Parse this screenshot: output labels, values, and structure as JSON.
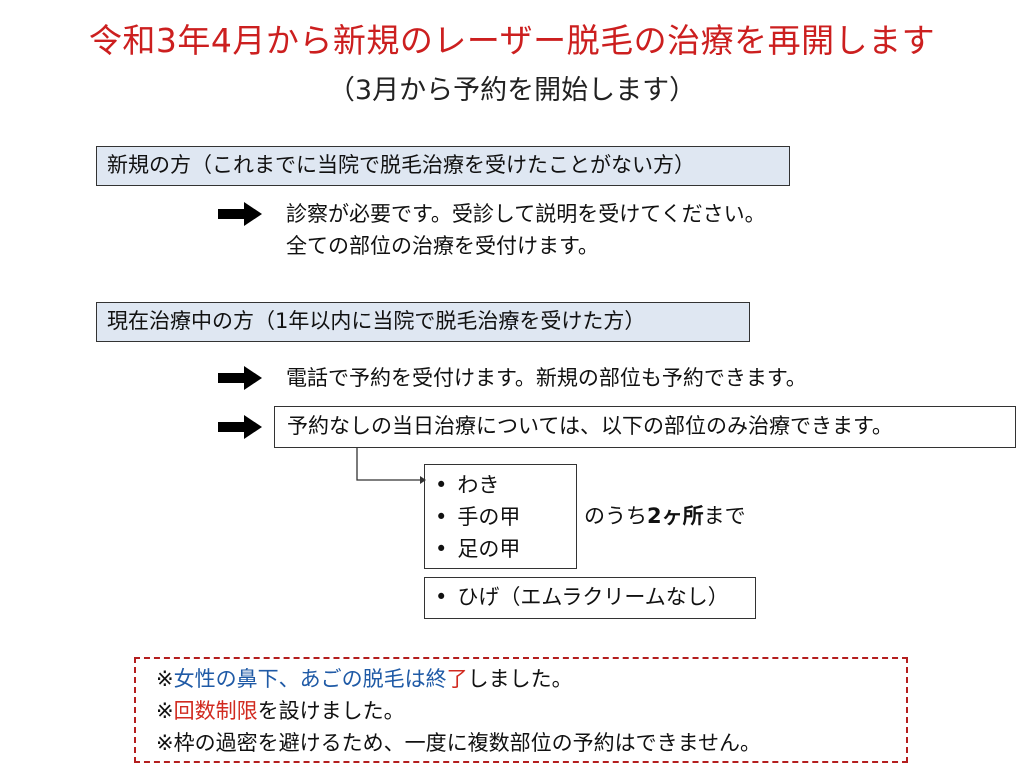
{
  "title": "令和3年4月から新規のレーザー脱毛の治療を再開します",
  "subtitle": "（3月から予約を開始します）",
  "new_patients": {
    "heading": "新規の方（これまでに当院で脱毛治療を受けたことがない方）",
    "lines": [
      "診察が必要です。受診して説明を受けてください。",
      "全ての部位の治療を受付けます。"
    ]
  },
  "current_patients": {
    "heading": "現在治療中の方（1年以内に当院で脱毛治療を受けた方）",
    "line1": "電話で予約を受付けます。新規の部位も予約できます。",
    "line2": "予約なしの当日治療については、以下の部位のみ治療できます。",
    "parts": [
      "わき",
      "手の甲",
      "足の甲"
    ],
    "limit_prefix": "のうち",
    "limit_bold": "2ヶ所",
    "limit_suffix": "まで",
    "beard": "ひげ（エムラクリームなし）",
    "bullet": "•"
  },
  "notices": {
    "n1_mark": "※",
    "n1_blue_a": "女性の鼻下、あごの脱毛は終",
    "n1_red": "了",
    "n1_rest": "しました。",
    "n2_mark": "※",
    "n2_red": "回数制限",
    "n2_rest": "を設けました。",
    "n3": "※枠の過密を避けるため、一度に複数部位の予約はできません。"
  },
  "colors": {
    "title_red": "#cc1f1f",
    "header_fill": "#dfe7f2",
    "notice_blue": "#1f5aa6",
    "notice_red": "#d12a1f",
    "dashed_border": "#b41e1e"
  },
  "icons": {
    "arrow": "right-arrow-icon"
  }
}
